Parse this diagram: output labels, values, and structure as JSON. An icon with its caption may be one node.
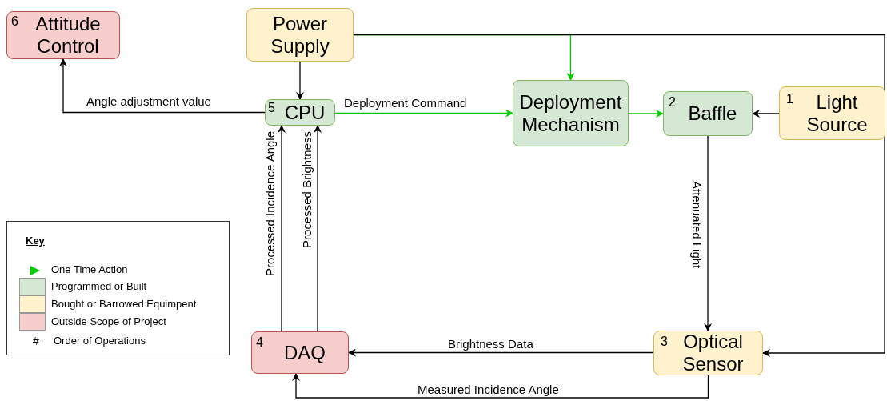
{
  "diagram": {
    "nodes": [
      {
        "text": [
          "6",
          "Attitude Control"
        ]
      },
      {
        "text": [
          "Power Supply"
        ]
      },
      {
        "text": [
          "5",
          "CPU"
        ]
      },
      {
        "text": [
          "Deployment Mechanism"
        ]
      },
      {
        "text": [
          "2",
          "Baffle"
        ]
      },
      {
        "text": [
          "1",
          "Light Source"
        ]
      },
      {
        "text": [
          "4",
          "DAQ"
        ]
      },
      {
        "text": [
          "3",
          "Optical Sensor"
        ]
      }
    ],
    "edges": [
      {
        "from": 2,
        "to": 0,
        "arrow": "to",
        "label": "Angle adjustment value"
      },
      {
        "from": 1,
        "to": 2,
        "arrow": "to"
      },
      {
        "from": 2,
        "to": 3,
        "arrow": "to",
        "label": "Deployment Command",
        "color": "#00cc00"
      },
      {
        "from": 1,
        "to": 3,
        "arrow": "to",
        "color": "#00cc00"
      },
      {
        "from": 1,
        "to": 7,
        "arrow": "to"
      },
      {
        "from": 3,
        "to": 4,
        "arrow": "to",
        "color": "#00cc00"
      },
      {
        "from": 5,
        "to": 4,
        "arrow": "to"
      },
      {
        "from": 4,
        "to": 7,
        "arrow": "to",
        "label": "Attenuated Light"
      },
      {
        "from": 7,
        "to": 6,
        "arrow": "to",
        "label": "Brightness Data"
      },
      {
        "from": 7,
        "to": 6,
        "arrow": "to",
        "label": "Measured Incidence Angle"
      },
      {
        "from": 6,
        "to": 2,
        "arrow": "to",
        "label": "Processed Incidence Angle"
      },
      {
        "from": 6,
        "to": 2,
        "arrow": "to",
        "label": "Processed Brightness"
      }
    ],
    "labels": [
      "Key",
      "#"
    ],
    "legend": [
      {
        "text": "One Time Action"
      },
      {
        "text": "Programmed or Built",
        "color": "#d5e8d4"
      },
      {
        "text": "Bought or Barrowed Equimpent",
        "color": "#fff2cc"
      },
      {
        "text": "Outside Scope of Project",
        "color": "#f8cecc"
      },
      {
        "text": "Order of Operations"
      }
    ]
  }
}
